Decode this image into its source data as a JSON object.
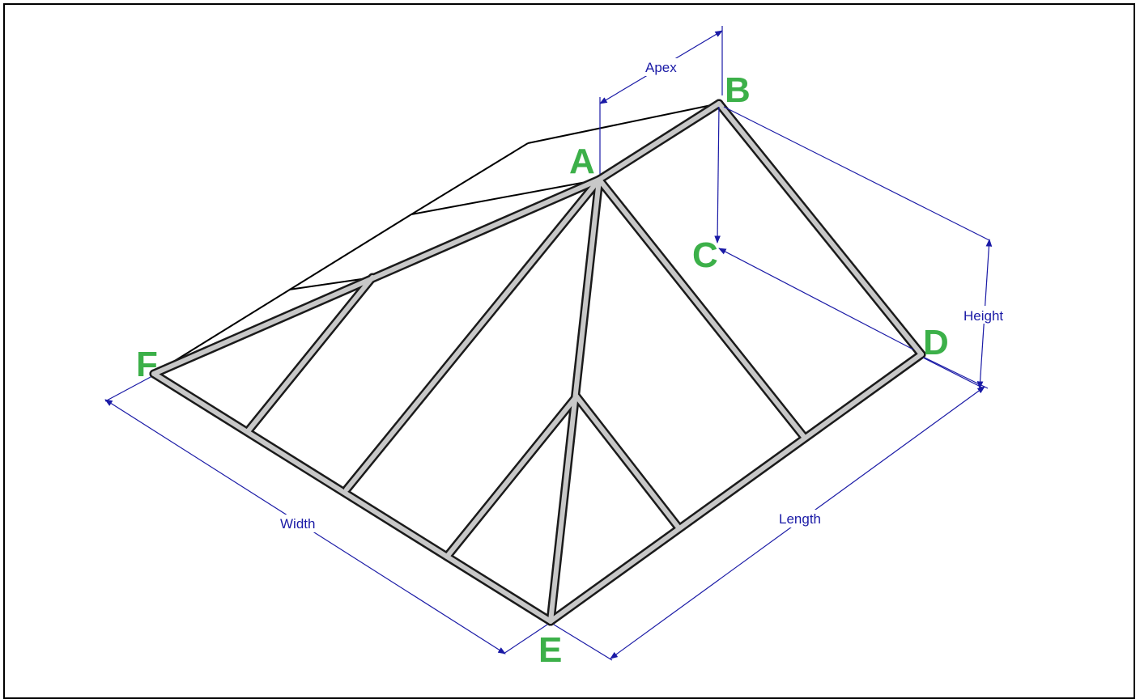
{
  "colors": {
    "point_label": "#3cb049",
    "dimension": "#1a1aa6",
    "frame_fill": "#c8c8c8",
    "frame_stroke": "#1a1a1a",
    "outline": "#000000"
  },
  "points": {
    "a": "A",
    "b": "B",
    "c": "C",
    "d": "D",
    "e": "E",
    "f": "F"
  },
  "dimensions": {
    "apex": "Apex",
    "height": "Height",
    "width": "Width",
    "length": "Length"
  }
}
